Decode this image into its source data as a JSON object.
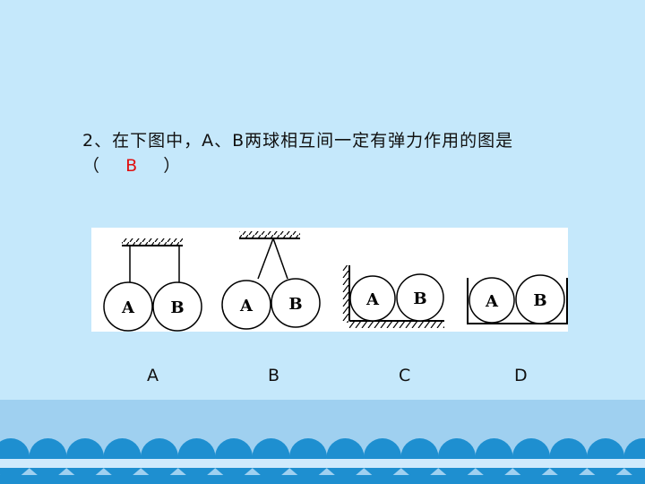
{
  "question": {
    "prefix": "2、在下图中，A、B两球相互间一定有弹力作用的图是",
    "open_paren": "（",
    "answer": "B",
    "close_paren": "）"
  },
  "figures": [
    {
      "label": "A",
      "ball_left": "A",
      "ball_right": "B"
    },
    {
      "label": "B",
      "ball_left": "A",
      "ball_right": "B"
    },
    {
      "label": "C",
      "ball_left": "A",
      "ball_right": "B"
    },
    {
      "label": "D",
      "ball_left": "A",
      "ball_right": "B"
    }
  ],
  "colors": {
    "background": "#c5e8fb",
    "answer": "#e01010",
    "wave_dark": "#1e8fd0",
    "wave_band": "#9fd0f0"
  }
}
